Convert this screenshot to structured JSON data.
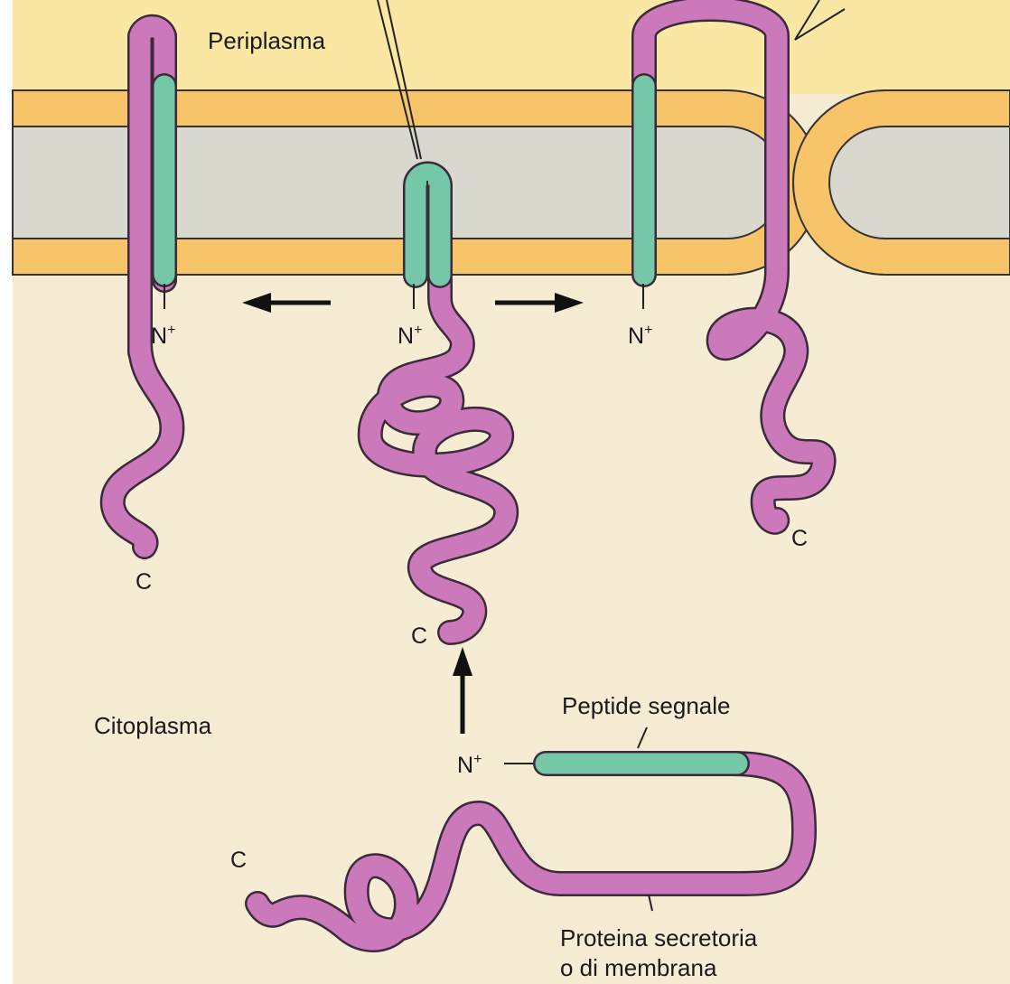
{
  "labels": {
    "periplasm": "Periplasma",
    "cytoplasm": "Citoplasma",
    "signal_peptide": "Peptide segnale",
    "protein_line1": "Proteina secretoria",
    "protein_line2": "o di membrana",
    "n_terminus": "N",
    "n_terminus_charge": "+",
    "c_terminus": "C"
  },
  "colors": {
    "periplasm_bg": "#fbe7a4",
    "cytoplasm_bg": "#f6ebd3",
    "membrane_outer": "#f8c46a",
    "membrane_core": "#d9d8cf",
    "chain": "#cc79bc",
    "signal_segment": "#74c8a8",
    "outline": "#333333"
  }
}
